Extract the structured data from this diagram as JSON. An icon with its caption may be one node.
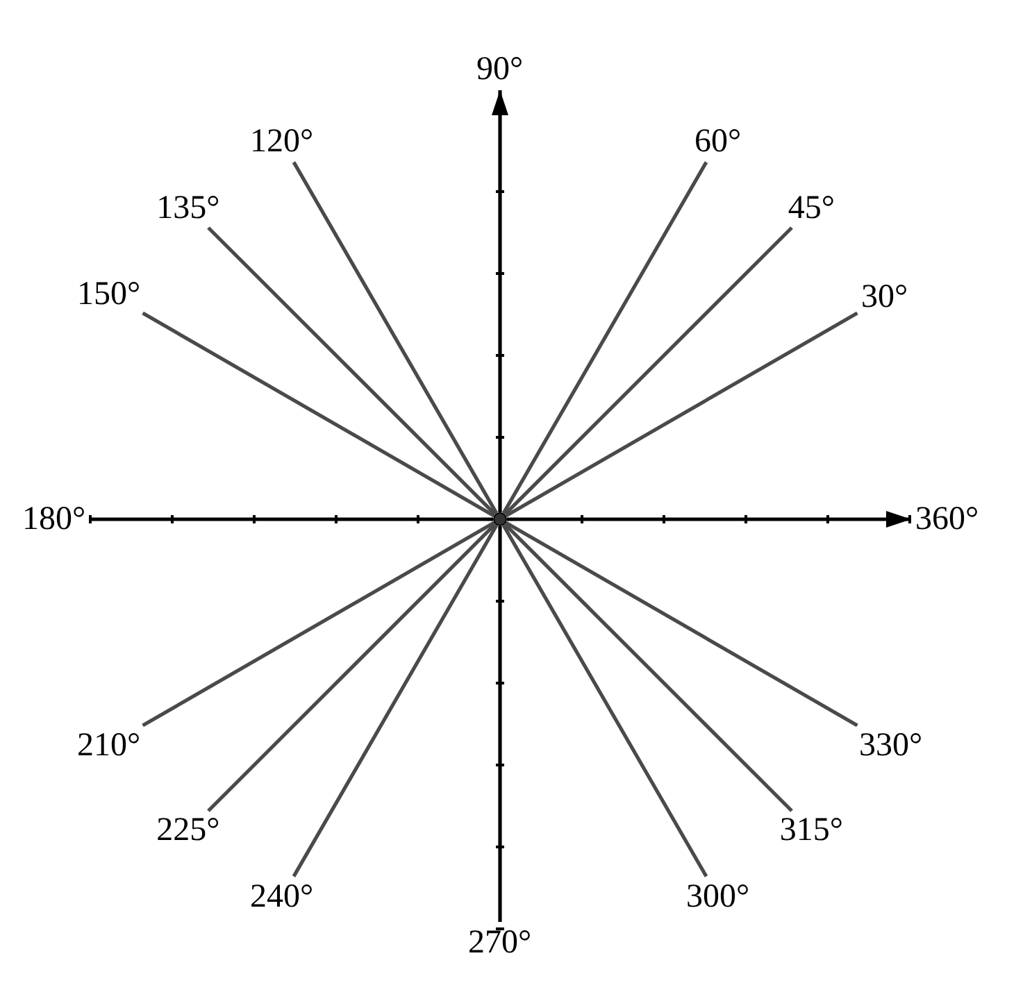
{
  "diagram": {
    "nodes": [
      {
        "text": [
          "90°"
        ]
      },
      {
        "text": [
          "120°"
        ]
      },
      {
        "text": [
          "60°"
        ]
      },
      {
        "text": [
          "135°"
        ]
      },
      {
        "text": [
          "45°"
        ]
      },
      {
        "text": [
          "150°"
        ]
      },
      {
        "text": [
          "30°"
        ]
      },
      {
        "text": [
          "180°"
        ]
      },
      {
        "text": [],
        "shape": "circle"
      },
      {
        "text": [
          "360°"
        ]
      },
      {
        "text": [
          "210°"
        ]
      },
      {
        "text": [
          "330°"
        ]
      },
      {
        "text": [
          "225°"
        ]
      },
      {
        "text": [
          "315°"
        ]
      },
      {
        "text": [
          "240°"
        ]
      },
      {
        "text": [
          "300°"
        ]
      },
      {
        "text": [
          "270°"
        ]
      }
    ],
    "edges": [
      {
        "from": 8,
        "to": 0,
        "arrow": "to",
        "color": "#000000"
      },
      {
        "from": 8,
        "to": 1,
        "arrow": "none"
      },
      {
        "from": 8,
        "to": 2,
        "arrow": "none"
      },
      {
        "from": 8,
        "to": 3,
        "arrow": "none"
      },
      {
        "from": 8,
        "to": 4,
        "arrow": "none"
      },
      {
        "from": 8,
        "to": 5,
        "arrow": "none"
      },
      {
        "from": 8,
        "to": 6,
        "arrow": "none"
      },
      {
        "from": 8,
        "to": 7,
        "arrow": "none",
        "color": "#000000"
      },
      {
        "from": 8,
        "to": 9,
        "arrow": "to",
        "color": "#000000"
      },
      {
        "from": 8,
        "to": 10,
        "arrow": "none"
      },
      {
        "from": 8,
        "to": 11,
        "arrow": "none"
      },
      {
        "from": 8,
        "to": 12,
        "arrow": "none"
      },
      {
        "from": 8,
        "to": 13,
        "arrow": "none"
      },
      {
        "from": 8,
        "to": 14,
        "arrow": "none"
      },
      {
        "from": 8,
        "to": 15,
        "arrow": "none"
      },
      {
        "from": 8,
        "to": 16,
        "arrow": "none",
        "color": "#000000"
      }
    ]
  }
}
